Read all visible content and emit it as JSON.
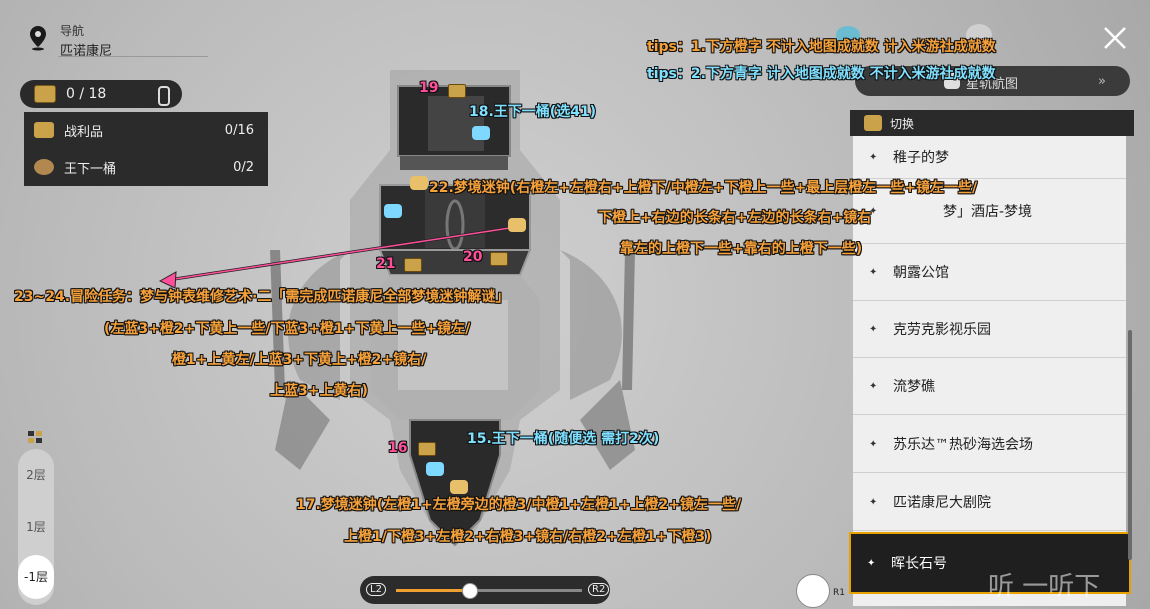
{
  "header": {
    "nav_title": "导航",
    "nav_location": "匹诺康尼"
  },
  "counter": {
    "value": "0 / 18"
  },
  "collectibles": [
    {
      "label": "战利品",
      "count": "0/16"
    },
    {
      "label": "王下一桶",
      "count": "0/2"
    }
  ],
  "tips": {
    "line1_prefix": "tips：1.下方橙字 不计入地图成就数 计入米游社成就数",
    "line2_prefix": "tips：2.下方青字 计入地图成就数 不计入米游社成就数"
  },
  "top_right": {
    "bar_text": "星轨航图"
  },
  "switch": {
    "header": "切换",
    "items": [
      {
        "label": "稚子的梦"
      },
      {
        "label": "梦」酒店-梦境"
      },
      {
        "label": "朝露公馆"
      },
      {
        "label": "克劳克影视乐园"
      },
      {
        "label": "流梦礁"
      },
      {
        "label": "苏乐达™热砂海选会场"
      },
      {
        "label": "匹诺康尼大剧院"
      },
      {
        "label": "晖长石号"
      }
    ],
    "selected_index": 7
  },
  "floors": [
    {
      "label": "2层"
    },
    {
      "label": "1层"
    },
    {
      "label": "-1层"
    }
  ],
  "slider": {
    "left_btn": "L2",
    "right_btn": "R2",
    "level": 0.39
  },
  "r1_label": "R1",
  "watermark": "听 一听下",
  "annotations": {
    "n19": "19",
    "a18": "18.王下一桶(选41)",
    "a22_l1": "22.梦境迷钟(右橙左+左橙右+上橙下/中橙左+下橙上一些+最上层橙左一些+镜左一些/",
    "a22_l2": "下橙上+右边的长条右+左边的长条右+镜右",
    "a22_l3": "靠左的上橙下一些+靠右的上橙下一些)",
    "n21": "21",
    "n20": "20",
    "a23_l1": "23~24.冒险任务：梦与钟表维修艺术·二「需完成匹诺康尼全部梦境迷钟解谜」",
    "a23_l2": "(左蓝3+橙2+下黄上一些/下蓝3+橙1+下黄上一些+镜左/",
    "a23_l3": "橙1+上黄左/上蓝3+下黄上+橙2+镜右/",
    "a23_l4": "上蓝3+上黄右)",
    "n16": "16",
    "a15": "15.王下一桶(随便选 需打2次)",
    "a17_l1": "17.梦境迷钟(左橙1+左橙旁边的橙3/中橙1+左橙1+上橙2+镜左一些/",
    "a17_l2": "上橙1/下橙3+左橙2+右橙3+镜右/右橙2+左橙1+下橙3)"
  },
  "colors": {
    "orange": "#f7a13a",
    "cyan": "#7fe0ff",
    "pink": "#ff4f9a",
    "select_border": "#e8a200"
  }
}
